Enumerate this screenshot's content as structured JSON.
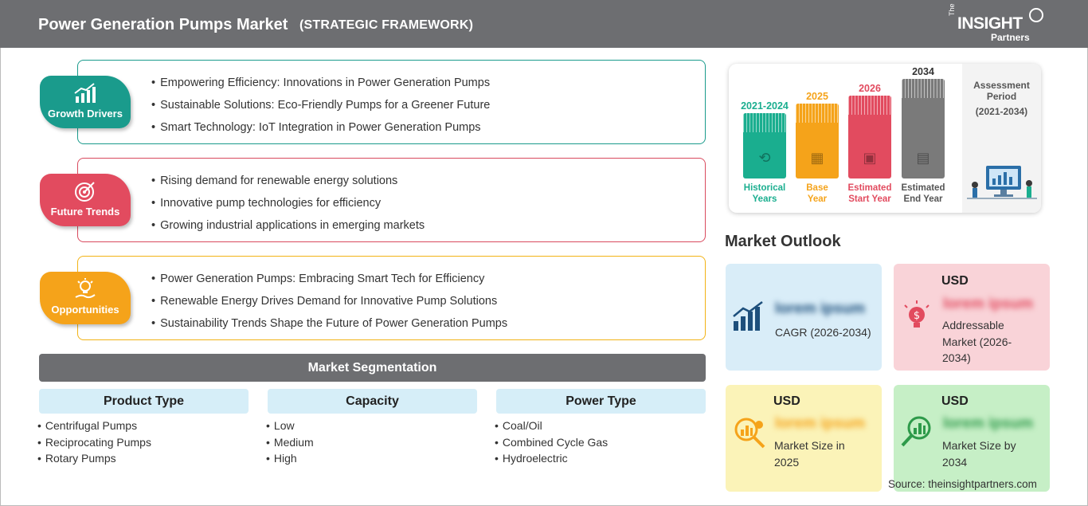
{
  "header": {
    "title": "Power Generation Pumps Market",
    "subtitle": "(STRATEGIC FRAMEWORK)",
    "logo": {
      "the": "The",
      "insight": "INSIGHT",
      "partners": "Partners"
    }
  },
  "framework": [
    {
      "label": "Growth Drivers",
      "icon": "bar-growth-icon",
      "color": "#1a9b8c",
      "items": [
        "Empowering Efficiency: Innovations in Power Generation Pumps",
        "Sustainable Solutions: Eco-Friendly Pumps for a Greener Future",
        "Smart Technology: IoT Integration in Power Generation Pumps"
      ]
    },
    {
      "label": "Future Trends",
      "icon": "target-icon",
      "color": "#e24b5f",
      "items": [
        "Rising demand for renewable energy solutions",
        "Innovative pump technologies for efficiency",
        "Growing industrial applications in emerging markets"
      ]
    },
    {
      "label": "Opportunities",
      "icon": "lightbulb-hand-icon",
      "color": "#f5a31a",
      "items": [
        "Power Generation Pumps: Embracing Smart Tech for Efficiency",
        "Renewable Energy Drives Demand for Innovative Pump Solutions",
        "Sustainability Trends Shape the Future of Power Generation Pumps"
      ]
    }
  ],
  "segmentation": {
    "title": "Market Segmentation",
    "groups": [
      {
        "name": "Product Type",
        "items": [
          "Centrifugal Pumps",
          "Reciprocating Pumps",
          "Rotary Pumps"
        ]
      },
      {
        "name": "Capacity",
        "items": [
          "Low",
          "Medium",
          "High"
        ]
      },
      {
        "name": "Power Type",
        "items": [
          "Coal/Oil",
          "Combined Cycle Gas",
          "Hydroelectric"
        ]
      }
    ]
  },
  "assessment": {
    "title": "Assessment Period",
    "range": "(2021-2034)",
    "columns": [
      {
        "year": "2021-2024",
        "caption1": "Historical",
        "caption2": "Years",
        "color": "#1aae8f",
        "icon": "history-icon"
      },
      {
        "year": "2025",
        "caption1": "Base",
        "caption2": "Year",
        "color": "#f5a31a",
        "icon": "calendar-icon"
      },
      {
        "year": "2026",
        "caption1": "Estimated",
        "caption2": "Start Year",
        "color": "#e24b5f",
        "icon": "presentation-icon"
      },
      {
        "year": "2034",
        "caption1": "Estimated",
        "caption2": "End Year",
        "color": "#7a7a7a",
        "icon": "monitor-chart-icon"
      }
    ]
  },
  "outlook": {
    "title": "Market Outlook",
    "tiles": [
      {
        "usd": "",
        "value": "lorem ipsum",
        "label": "CAGR (2026-2034)",
        "bg": "#d9edf8",
        "icon": "growth-chart-icon",
        "icon_color": "#1d4f7c"
      },
      {
        "usd": "USD",
        "value": "lorem ipsum",
        "label": "Addressable Market (2026-2034)",
        "bg": "#f9d3d8",
        "icon": "money-bulb-icon",
        "icon_color": "#e24b5f"
      },
      {
        "usd": "USD",
        "value": "lorem ipsum",
        "label": "Market Size in 2025",
        "bg": "#fbf3b8",
        "icon": "magnifier-coins-icon",
        "icon_color": "#f5a31a"
      },
      {
        "usd": "USD",
        "value": "lorem ipsum",
        "label": "Market Size by 2034",
        "bg": "#c6efc6",
        "icon": "magnifier-chart-icon",
        "icon_color": "#2e9a4a"
      }
    ]
  },
  "source": "Source: theinsightpartners.com"
}
